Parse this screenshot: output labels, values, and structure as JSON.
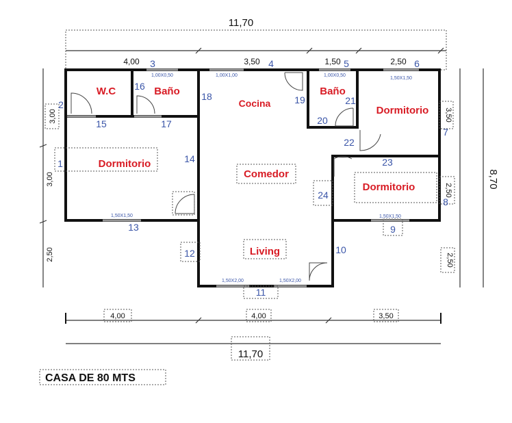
{
  "title": "CASA DE 80 MTS",
  "top_dims": {
    "total": "11,70",
    "segments": [
      "4,00",
      "3,50",
      "1,50",
      "2,50"
    ]
  },
  "bottom_dims": {
    "segments": [
      "4,00",
      "4,00",
      "3,50"
    ],
    "total": "11,70"
  },
  "left_dims": [
    "3,00",
    "3,00",
    "2,50"
  ],
  "right_dims": [
    "3,50",
    "2,50",
    "2,50",
    "8,70"
  ],
  "rooms": {
    "wc": "W.C",
    "bano1": "Baño",
    "cocina": "Cocina",
    "bano2": "Baño",
    "dormitorio1": "Dormitorio",
    "comedor": "Comedor",
    "dormitorio2": "Dormitorio",
    "dormitorio3": "Dormitorio",
    "living": "Living"
  },
  "windows": {
    "w3": "1,00X0,50",
    "w4": "1,00X1,00",
    "w5": "1,00X0,50",
    "w6": "1,50X1,50",
    "w13": "1,50X1,50",
    "w9": "1,50X1,50",
    "w11a": "1,50X2,00",
    "w11b": "1,50X2,00"
  },
  "markers": [
    "1",
    "2",
    "3",
    "4",
    "5",
    "6",
    "7",
    "8",
    "9",
    "10",
    "11",
    "12",
    "13",
    "14",
    "15",
    "16",
    "17",
    "18",
    "19",
    "20",
    "21",
    "22",
    "23",
    "24"
  ]
}
